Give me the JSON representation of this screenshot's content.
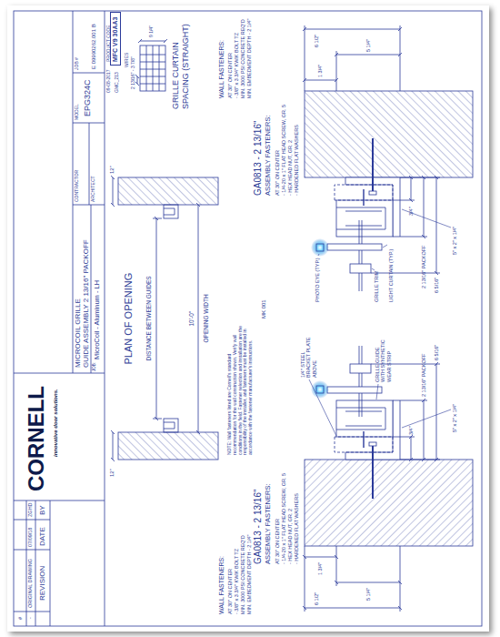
{
  "diagram": {
    "nodes": [
      {
        "text": [
          "MFC V9 30AA3"
        ]
      }
    ],
    "labels": [
      "#",
      "-",
      "ORIGINAL DRAWING",
      "07/09/18",
      "ZGHD",
      "REVISION",
      "DATE",
      "BY",
      "CORNELL",
      "innovative door solutions.",
      "MICROCOIL GRILLE",
      "GUIDE ASSEMBLY 2 13/16\" PACKOFF",
      "JOB:",
      "MicroCoil - Aluminum - LH",
      "CONTRACTOR",
      "ARCHITECT",
      "MODEL",
      "EPG324C",
      "JOB #",
      "E 09990262.001 B",
      "09-08-2017",
      "PRODUCT CODE",
      "GMC_213",
      "WIRES",
      "2 13/16\" - 3 7/8\"",
      "9 1/4\"",
      "GRILLE CURTAIN",
      "SPACING (STRAIGHT)",
      "PLAN OF OPENING",
      "10'-0\"",
      "OPENING WIDTH",
      "DISTANCE BETWEEN GUIDES",
      "12\"",
      "12\"",
      "NOTE: Wall fasteners listed are Cornell's standard recommendation for the wall construction shown. Verify wall conditions in the field. Fastener selection and installation are the responsibility of the installer, and fasteners must be installed in accordance with the fastener manufacturer's instructions.",
      "MK 001",
      "WALL FASTENERS:",
      "AT 30\" ON CENTER",
      "- 3/8\" x 3 3/4\" KWIK BOLT TZ",
      "MIN. 3000 PSI CONCRETE REQ'D",
      "MIN. EMBEDMENT DEPTH - 2 1/4\"",
      "GA0813 - 2 13/16\"",
      "ASSEMBLY FASTENERS:",
      "AT 30\" ON CENTER",
      "- 1/4-20 x 1\" FLAT HEAD SCREW, GR. 5",
      "- HEX HEAD NUT, GR. 2",
      "- HARDENED FLAT WASHERS",
      "WALL FASTENERS:",
      "AT 30\" ON CENTER",
      "- 3/8\" x 3 3/4\" KWIK BOLT TZ",
      "MIN. 3000 PSI CONCRETE REQ'D",
      "MIN. EMBEDMENT DEPTH - 2 1/4\"",
      "GA0813 - 2 13/16\"",
      "ASSEMBLY FASTENERS:",
      "AT 30\" ON CENTER",
      "- 1/4-20 x 1\" FLAT HEAD SCREW, GR. 5",
      "- HEX HEAD NUT, GR. 2",
      "- HARDENED FLAT WASHERS",
      "PHOTO EYE (TYP.)",
      "GRILLE TRIM",
      "LIGHT CURTAIN (TYP.)",
      "3/4\"",
      "2 13/16\" PACKOFF",
      "6 5/16\"",
      "5\" x 2\" x 1/4\"",
      "1 3/4\"",
      "5 1/4\"",
      "6 1/2\"",
      "1/4\" STEEL BRACKET PLATE ABOVE",
      "GRILLE GUIDE WITH SYNTHETIC WEAR STRIP",
      "3/4\"",
      "2 13/16\" PACKOFF",
      "6 5/16\"",
      "5\" x 2\" x 1/4\"",
      "1 3/4\"",
      "5 1/4\"",
      "6 1/2\""
    ]
  }
}
